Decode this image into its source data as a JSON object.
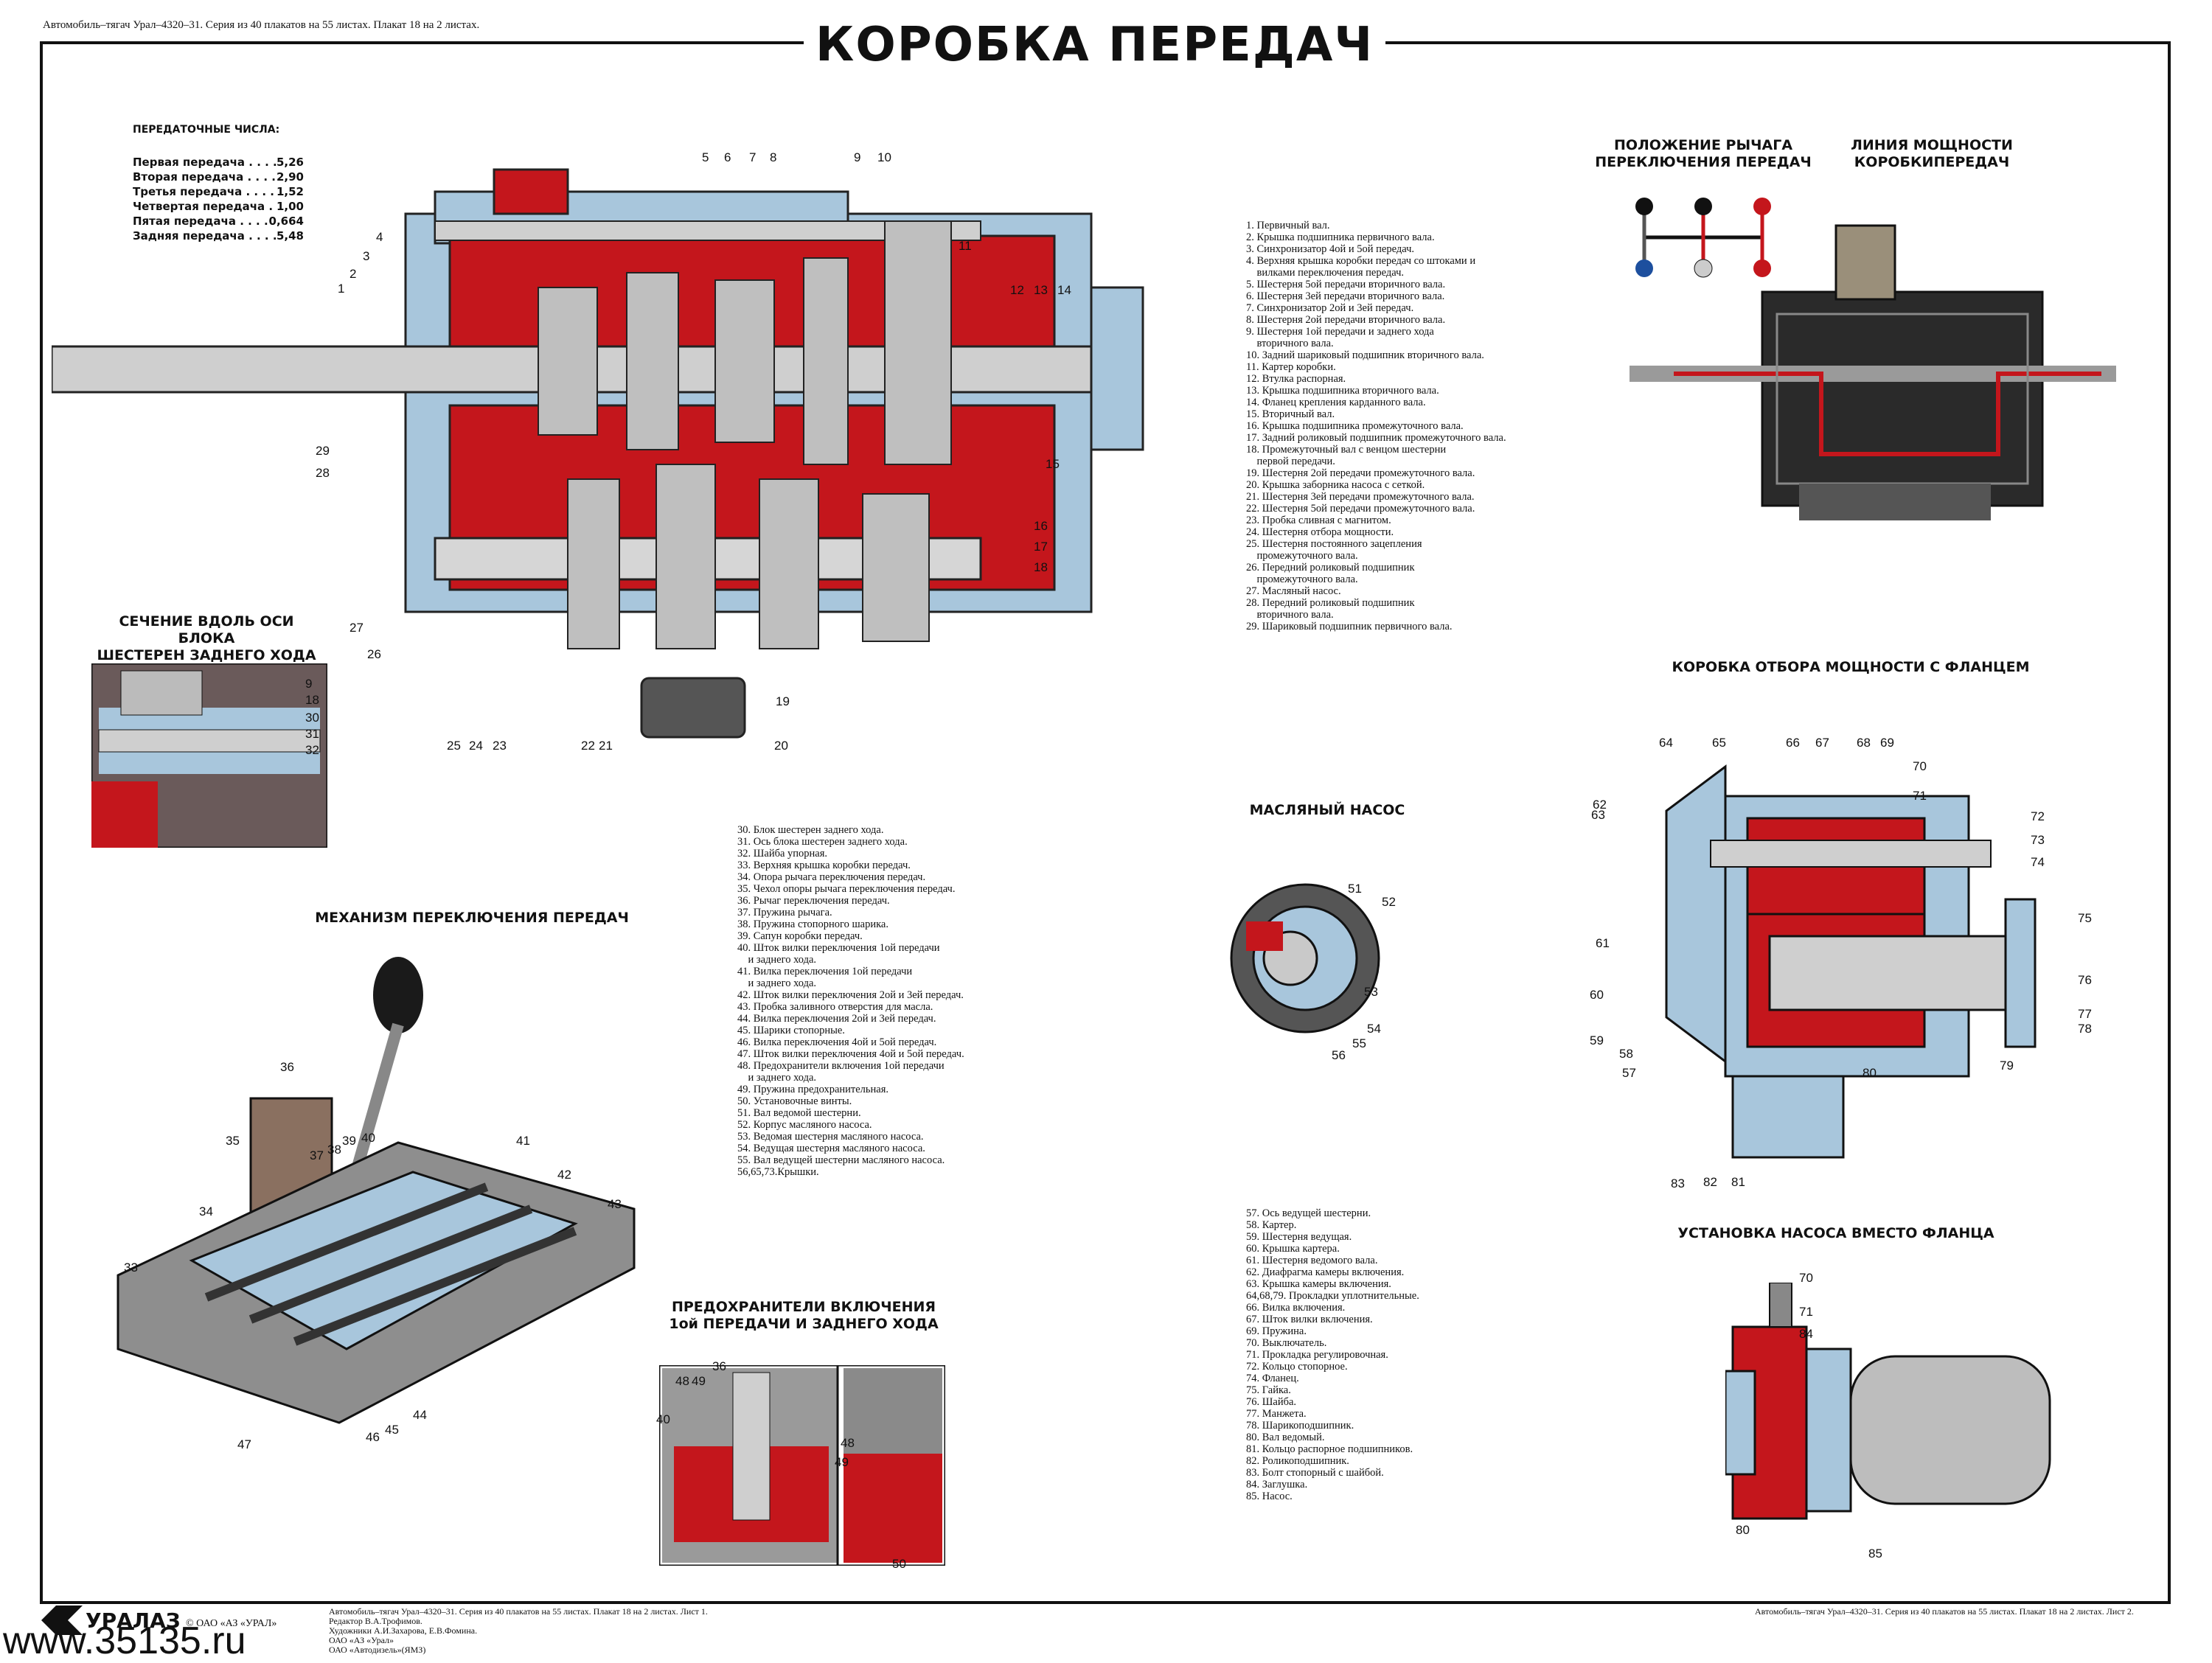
{
  "header": {
    "top_note": "Автомобиль–тягач Урал–4320–31. Серия из 40 плакатов на 55 листах. Плакат 18 на 2 листах.",
    "title": "КОРОБКА ПЕРЕДАЧ"
  },
  "ratios": {
    "heading": "ПЕРЕДАТОЧНЫЕ ЧИСЛА:",
    "rows": [
      {
        "label": "Первая передача",
        "value": "5,26"
      },
      {
        "label": "Вторая передача",
        "value": "2,90"
      },
      {
        "label": "Третья передача",
        "value": "1,52"
      },
      {
        "label": "Четвертая передача",
        "value": "1,00"
      },
      {
        "label": "Пятая передача",
        "value": "0,664"
      },
      {
        "label": "Задняя передача",
        "value": "5,48"
      }
    ]
  },
  "sections": {
    "lever_position": "ПОЛОЖЕНИЕ РЫЧАГА\nПЕРЕКЛЮЧЕНИЯ ПЕРЕДАЧ",
    "power_line": "ЛИНИЯ МОЩНОСТИ\nКОРОБКИПЕРЕДАЧ",
    "reverse_block": "СЕЧЕНИЕ ВДОЛЬ ОСИ БЛОКА\nШЕСТЕРЕН ЗАДНЕГО ХОДА",
    "shift_mechanism": "МЕХАНИЗМ ПЕРЕКЛЮЧЕНИЯ ПЕРЕДАЧ",
    "oil_pump": "МАСЛЯНЫЙ НАСОС",
    "safety_locks": "ПРЕДОХРАНИТЕЛИ ВКЛЮЧЕНИЯ\n1ой ПЕРЕДАЧИ И ЗАДНЕГО ХОДА",
    "pto_flange": "КОРОБКА ОТБОРА МОЩНОСТИ С ФЛАНЦЕМ",
    "pump_instead": "УСТАНОВКА НАСОСА ВМЕСТО ФЛАНЦА"
  },
  "legend1": [
    "1. Первичный вал.",
    "2. Крышка подшипника первичного вала.",
    "3. Синхронизатор 4ой и 5ой передач.",
    "4. Верхняя крышка коробки передач со штоками и",
    "    вилками переключения передач.",
    "5. Шестерня 5ой передачи вторичного вала.",
    "6. Шестерня 3ей передачи вторичного вала.",
    "7. Синхронизатор 2ой и 3ей передач.",
    "8. Шестерня 2ой передачи вторичного вала.",
    "9. Шестерня 1ой передачи и заднего хода",
    "    вторичного вала.",
    "10. Задний шариковый подшипник вторичного вала.",
    "11. Картер коробки.",
    "12. Втулка распорная.",
    "13. Крышка подшипника вторичного вала.",
    "14. Фланец крепления карданного вала.",
    "15. Вторичный вал.",
    "16. Крышка подшипника промежуточного вала.",
    "17. Задний роликовый подшипник промежуточного вала.",
    "18. Промежуточный вал с венцом шестерни",
    "    первой передачи.",
    "19. Шестерня 2ой передачи промежуточного вала.",
    "20. Крышка заборника насоса с сеткой.",
    "21. Шестерня 3ей передачи промежуточного вала.",
    "22. Шестерня 5ой передачи промежуточного вала.",
    "23. Пробка сливная с магнитом.",
    "24. Шестерня отбора мощности.",
    "25. Шестерня постоянного зацепления",
    "    промежуточного вала.",
    "26. Передний роликовый подшипник",
    "    промежуточного вала.",
    "27. Масляный насос.",
    "28. Передний роликовый подшипник",
    "    вторичного вала.",
    "29. Шариковый подшипник первичного вала."
  ],
  "legend2": [
    "30. Блок шестерен заднего хода.",
    "31. Ось блока шестерен заднего хода.",
    "32. Шайба упорная.",
    "33. Верхняя крышка коробки передач.",
    "34. Опора рычага переключения передач.",
    "35. Чехол опоры рычага переключения передач.",
    "36. Рычаг переключения передач.",
    "37. Пружина рычага.",
    "38. Пружина стопорного шарика.",
    "39. Сапун коробки передач.",
    "40. Шток вилки переключения 1ой передачи",
    "    и заднего хода.",
    "41. Вилка переключения 1ой передачи",
    "    и заднего хода.",
    "42. Шток вилки переключения 2ой и 3ей передач.",
    "43. Пробка заливного отверстия для масла.",
    "44. Вилка переключения 2ой и 3ей передач.",
    "45. Шарики стопорные.",
    "46. Вилка переключения 4ой и 5ой передач.",
    "47. Шток вилки переключения 4ой и 5ой передач.",
    "48. Предохранители включения 1ой передачи",
    "    и заднего хода.",
    "49. Пружина предохранительная.",
    "50. Установочные винты.",
    "51. Вал ведомой шестерни.",
    "52. Корпус масляного насоса.",
    "53. Ведомая шестерня масляного насоса.",
    "54. Ведущая шестерня масляного насоса.",
    "55. Вал ведущей шестерни масляного насоса.",
    "56,65,73.Крышки."
  ],
  "legend3": [
    "57. Ось ведущей шестерни.",
    "58. Картер.",
    "59. Шестерня ведущая.",
    "60. Крышка картера.",
    "61. Шестерня ведомого вала.",
    "62. Диафрагма камеры включения.",
    "63. Крышка камеры включения.",
    "64,68,79. Прокладки уплотнительные.",
    "66. Вилка включения.",
    "67. Шток вилки включения.",
    "69. Пружина.",
    "70. Выключатель.",
    "71. Прокладка регулировочная.",
    "72. Кольцо стопорное.",
    "74. Фланец.",
    "75. Гайка.",
    "76. Шайба.",
    "77. Манжета.",
    "78. Шарикоподшипник.",
    "80. Вал ведомый.",
    "81. Кольцо распорное подшипников.",
    "82. Роликоподшипник.",
    "83. Болт стопорный с шайбой.",
    "84. Заглушка.",
    "85. Насос."
  ],
  "footer": {
    "brand": "УРАЛАЗ",
    "copyright": "© ОАО «АЗ «УРАЛ»",
    "credits": [
      "Автомобиль–тягач Урал–4320–31. Серия из 40 плакатов на 55 листах. Плакат 18 на 2 листах. Лист 1.",
      "Редактор В.А.Трофимов.",
      "Художники А.И.Захарова, Е.В.Фомина.",
      "ОАО «АЗ «Урал»",
      "ОАО «Автодизель»(ЯМЗ)"
    ],
    "right_note": "Автомобиль–тягач Урал–4320–31. Серия из 40 плакатов на 55 листах. Плакат 18 на 2 листах. Лист 2.",
    "site": "www.35135.ru"
  },
  "callouts": {
    "main": [
      "1",
      "2",
      "3",
      "4",
      "5",
      "6",
      "7",
      "8",
      "9",
      "10",
      "11",
      "12",
      "13",
      "14",
      "15",
      "16",
      "17",
      "18",
      "19",
      "20",
      "21",
      "22",
      "23",
      "24",
      "25",
      "26",
      "27",
      "28",
      "29"
    ],
    "reverse": [
      "9",
      "18",
      "30",
      "31",
      "32"
    ],
    "shift": [
      "33",
      "34",
      "35",
      "36",
      "37",
      "38",
      "39",
      "40",
      "41",
      "42",
      "43",
      "44",
      "45",
      "46",
      "47"
    ],
    "pump": [
      "51",
      "52",
      "53",
      "54",
      "55",
      "56"
    ],
    "locks": [
      "36",
      "48",
      "49",
      "40",
      "48",
      "49",
      "50"
    ],
    "pto": [
      "57",
      "58",
      "59",
      "60",
      "61",
      "62",
      "63",
      "64",
      "65",
      "66",
      "67",
      "68",
      "69",
      "70",
      "71",
      "72",
      "73",
      "74",
      "75",
      "76",
      "77",
      "78",
      "79",
      "80",
      "81",
      "82",
      "83"
    ],
    "pump_inst": [
      "70",
      "71",
      "84",
      "80",
      "85"
    ]
  },
  "colors": {
    "red": "#c4161c",
    "steel": "#a8c6dc",
    "grey": "#8a8a8a",
    "dark": "#2a2a2a"
  }
}
